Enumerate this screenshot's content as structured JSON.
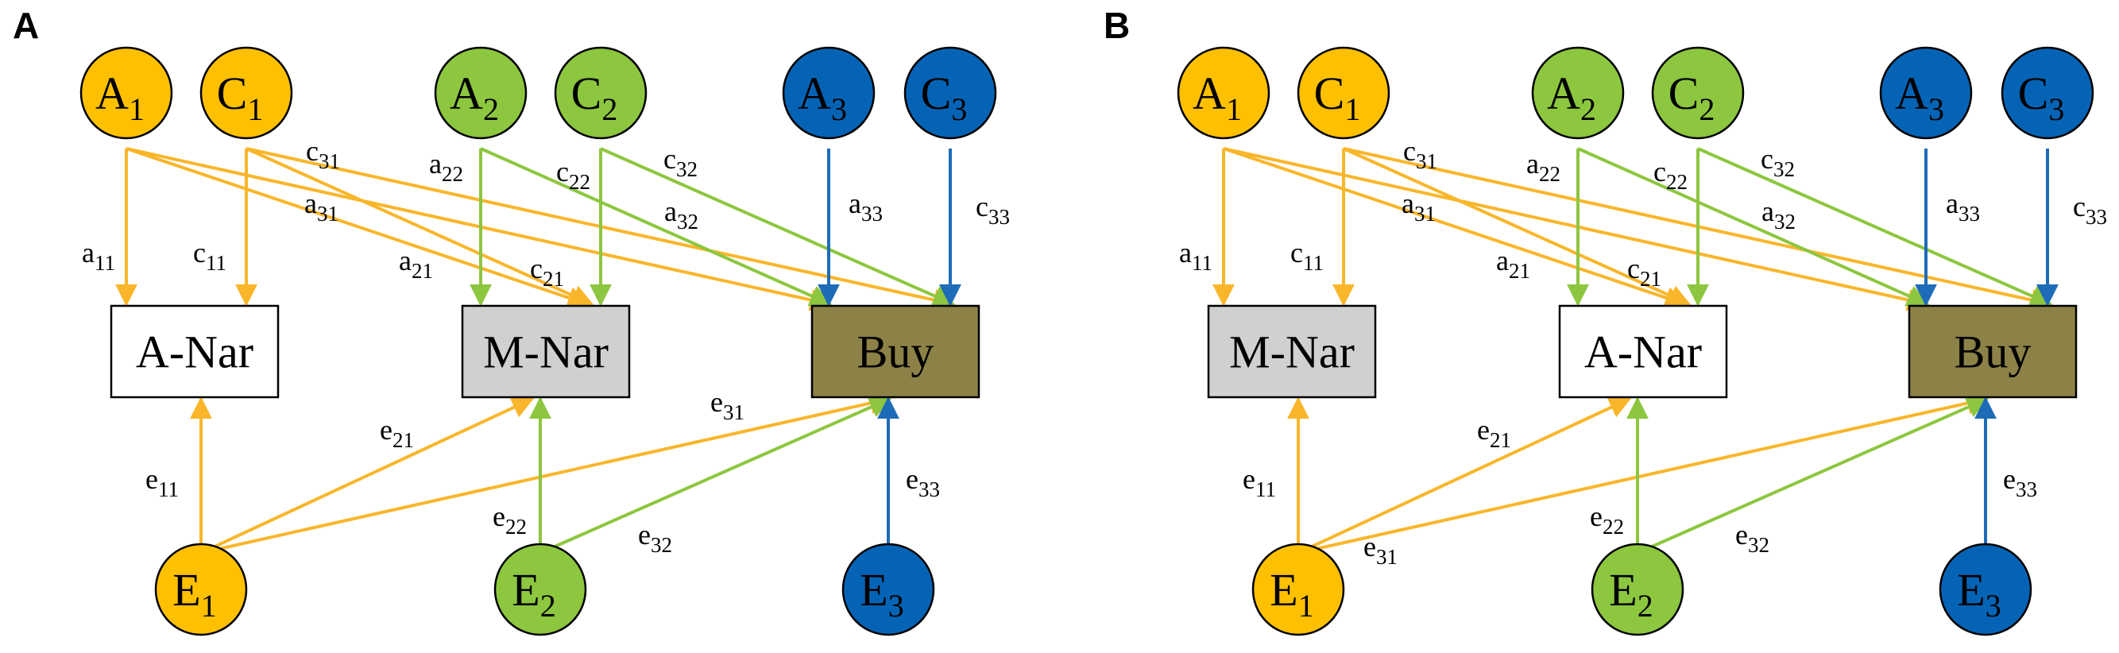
{
  "colors": {
    "yellow": "#FFC000",
    "green": "#8DC63F",
    "blue": "#0563B5",
    "box_white": "#FFFFFF",
    "box_gray": "#D0D0D0",
    "box_olive": "#8C8147",
    "line_yellow": "#F9B62B",
    "line_green": "#8DC63F",
    "line_blue": "#1E6BB8",
    "outline": "#000000"
  },
  "panels": [
    {
      "id": "A",
      "label": "A",
      "boxes": {
        "b1": "A-Nar",
        "b2": "M-Nar",
        "b3": "Buy"
      },
      "box_colors": {
        "b1": "box_white",
        "b2": "box_gray",
        "b3": "box_olive"
      },
      "latents": {
        "A1": {
          "letter": "A",
          "sub": "1"
        },
        "C1": {
          "letter": "C",
          "sub": "1"
        },
        "A2": {
          "letter": "A",
          "sub": "2"
        },
        "C2": {
          "letter": "C",
          "sub": "2"
        },
        "A3": {
          "letter": "A",
          "sub": "3"
        },
        "C3": {
          "letter": "C",
          "sub": "3"
        },
        "E1": {
          "letter": "E",
          "sub": "1"
        },
        "E2": {
          "letter": "E",
          "sub": "2"
        },
        "E3": {
          "letter": "E",
          "sub": "3"
        }
      },
      "paths": {
        "a11": {
          "letter": "a",
          "sub": "11"
        },
        "c11": {
          "letter": "c",
          "sub": "11"
        },
        "a21": {
          "letter": "a",
          "sub": "21"
        },
        "a31": {
          "letter": "a",
          "sub": "31"
        },
        "c21": {
          "letter": "c",
          "sub": "21"
        },
        "c31": {
          "letter": "c",
          "sub": "31"
        },
        "a22": {
          "letter": "a",
          "sub": "22"
        },
        "c22": {
          "letter": "c",
          "sub": "22"
        },
        "a32": {
          "letter": "a",
          "sub": "32"
        },
        "c32": {
          "letter": "c",
          "sub": "32"
        },
        "a33": {
          "letter": "a",
          "sub": "33"
        },
        "c33": {
          "letter": "c",
          "sub": "33"
        },
        "e11": {
          "letter": "e",
          "sub": "11"
        },
        "e21": {
          "letter": "e",
          "sub": "21"
        },
        "e31": {
          "letter": "e",
          "sub": "31"
        },
        "e22": {
          "letter": "e",
          "sub": "22"
        },
        "e32": {
          "letter": "e",
          "sub": "32"
        },
        "e33": {
          "letter": "e",
          "sub": "33"
        }
      }
    },
    {
      "id": "B",
      "label": "B",
      "boxes": {
        "b1": "M-Nar",
        "b2": "A-Nar",
        "b3": "Buy"
      },
      "box_colors": {
        "b1": "box_gray",
        "b2": "box_white",
        "b3": "box_olive"
      },
      "latents": {
        "A1": {
          "letter": "A",
          "sub": "1"
        },
        "C1": {
          "letter": "C",
          "sub": "1"
        },
        "A2": {
          "letter": "A",
          "sub": "2"
        },
        "C2": {
          "letter": "C",
          "sub": "2"
        },
        "A3": {
          "letter": "A",
          "sub": "3"
        },
        "C3": {
          "letter": "C",
          "sub": "3"
        },
        "E1": {
          "letter": "E",
          "sub": "1"
        },
        "E2": {
          "letter": "E",
          "sub": "2"
        },
        "E3": {
          "letter": "E",
          "sub": "3"
        }
      },
      "paths": {
        "a11": {
          "letter": "a",
          "sub": "11"
        },
        "c11": {
          "letter": "c",
          "sub": "11"
        },
        "a21": {
          "letter": "a",
          "sub": "21"
        },
        "a31": {
          "letter": "a",
          "sub": "31"
        },
        "c21": {
          "letter": "c",
          "sub": "21"
        },
        "c31": {
          "letter": "c",
          "sub": "31"
        },
        "a22": {
          "letter": "a",
          "sub": "22"
        },
        "c22": {
          "letter": "c",
          "sub": "22"
        },
        "a32": {
          "letter": "a",
          "sub": "32"
        },
        "c32": {
          "letter": "c",
          "sub": "32"
        },
        "a33": {
          "letter": "a",
          "sub": "33"
        },
        "c33": {
          "letter": "c",
          "sub": "33"
        },
        "e11": {
          "letter": "e",
          "sub": "11"
        },
        "e21": {
          "letter": "e",
          "sub": "21"
        },
        "e31": {
          "letter": "e",
          "sub": "31"
        },
        "e22": {
          "letter": "e",
          "sub": "22"
        },
        "e32": {
          "letter": "e",
          "sub": "32"
        },
        "e33": {
          "letter": "e",
          "sub": "33"
        }
      }
    }
  ]
}
